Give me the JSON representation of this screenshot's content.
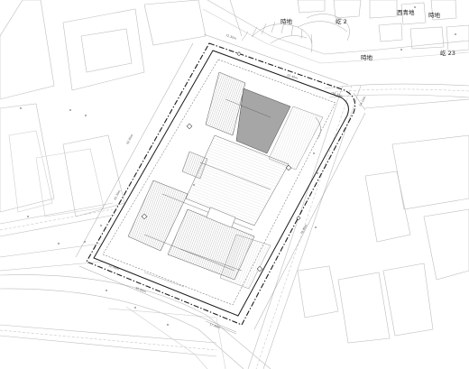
{
  "diagram": {
    "labels": {
      "shidi_1": "時地",
      "shidi_2": "時地",
      "shidi_3": "時地",
      "qi_2": "屹 2",
      "xiqing": "西青地",
      "qi_23": "屹 23"
    },
    "dim_labels": [
      "72.35m",
      "18.39m",
      "24.10m",
      "76.80m",
      "62.95m",
      "40.90m",
      "12.48m",
      "17.40m",
      "42.30m",
      "22.40m"
    ],
    "colors": {
      "line": "#1a1a1a",
      "thin": "#9a9a9a",
      "hatch_dark": "#b0b0b0",
      "hatch_light": "#d8d8d8"
    }
  }
}
